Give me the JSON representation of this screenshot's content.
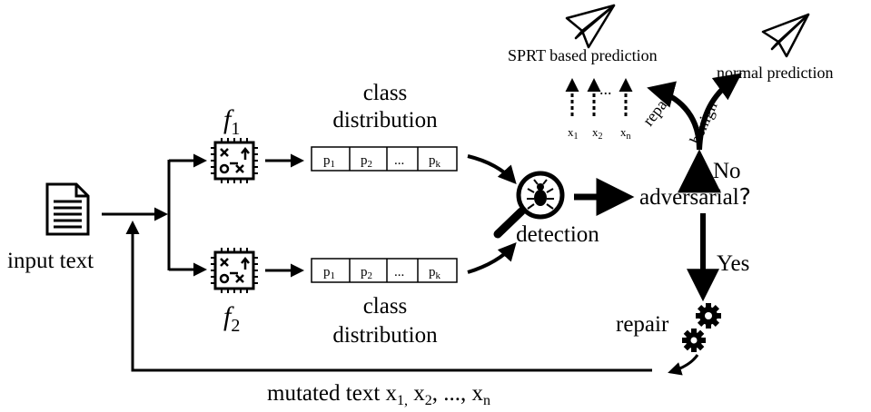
{
  "input": {
    "label": "input text"
  },
  "models": [
    {
      "name": "f",
      "sub": "1"
    },
    {
      "name": "f",
      "sub": "2"
    }
  ],
  "distribution": {
    "line1": "class",
    "line2": "distribution",
    "cells": [
      {
        "base": "p",
        "sub": "1"
      },
      {
        "base": "p",
        "sub": "2"
      },
      {
        "base": "...",
        "sub": ""
      },
      {
        "base": "p",
        "sub": "k"
      }
    ]
  },
  "detection": {
    "label": "detection"
  },
  "decision": {
    "label": "adversarial",
    "qmark": "?",
    "no": "No",
    "yes": "Yes"
  },
  "repair_node": {
    "label": "repair"
  },
  "branches": {
    "repair": "repair",
    "benign": "benign"
  },
  "outputs": {
    "sprt": "SPRT based prediction",
    "normal": "normal prediction"
  },
  "sprt_inputs": [
    {
      "base": "x",
      "sub": "1"
    },
    {
      "base": "x",
      "sub": "2"
    },
    {
      "base": "x",
      "sub": "n"
    }
  ],
  "sprt_dots": "...",
  "mutated": {
    "prefix": "mutated text ",
    "items": [
      {
        "base": "x",
        "sub": "1,"
      },
      {
        "base": "x",
        "sub": "2"
      },
      {
        "base": "...",
        "sub": ""
      },
      {
        "base": "x",
        "sub": "n"
      }
    ]
  }
}
